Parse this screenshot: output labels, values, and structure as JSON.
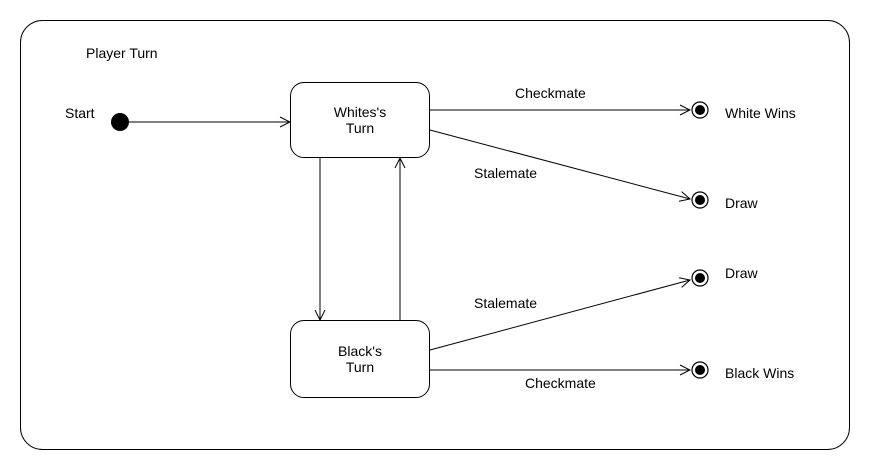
{
  "diagram": {
    "container_title": "Player Turn",
    "start_label": "Start",
    "states": {
      "white_turn": {
        "line1": "Whites's",
        "line2": "Turn"
      },
      "black_turn": {
        "line1": "Black's",
        "line2": "Turn"
      }
    },
    "transitions": {
      "white_checkmate": "Checkmate",
      "white_stalemate": "Stalemate",
      "black_stalemate": "Stalemate",
      "black_checkmate": "Checkmate"
    },
    "final_states": {
      "white_wins": "White Wins",
      "draw_1": "Draw",
      "draw_2": "Draw",
      "black_wins": "Black Wins"
    }
  }
}
